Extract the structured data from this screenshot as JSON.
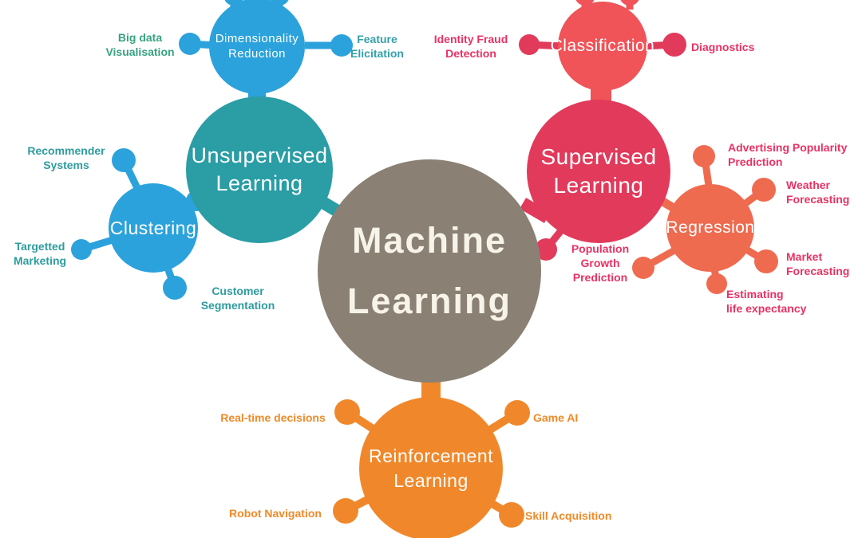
{
  "title": "Machine Learning types diagram",
  "colors": {
    "center_gray": "#8A8174",
    "center_text_cream": "#F7F3E8",
    "teal_unsupervised": "#2A9DA5",
    "blue_subnodes": "#2BA2DC",
    "crimson_supervised": "#E13A5B",
    "salmon_classification": "#F05358",
    "coral_regression": "#EF6B50",
    "orange_reinforcement": "#F0882B",
    "label_green": "#36A381",
    "label_teal": "#2E9C9E",
    "label_pink": "#E93263",
    "label_orange": "#F08A28"
  },
  "nodes": {
    "machine_learning": {
      "line1": "Machine",
      "line2": "Learning"
    },
    "unsupervised": {
      "line1": "Unsupervised",
      "line2": "Learning"
    },
    "supervised": {
      "line1": "Supervised",
      "line2": "Learning"
    },
    "reinforcement": {
      "line1": "Reinforcement",
      "line2": "Learning"
    },
    "dimensionality_reduction": {
      "line1": "Dimensionality",
      "line2": "Reduction"
    },
    "clustering": {
      "label": "Clustering"
    },
    "classification": {
      "label": "Classification"
    },
    "regression": {
      "label": "Regression"
    }
  },
  "examples": {
    "big_data_visualisation": {
      "line1": "Big data",
      "line2": "Visualisation"
    },
    "feature_elicitation": {
      "line1": "Feature",
      "line2": "Elicitation"
    },
    "recommender_systems": {
      "line1": "Recommender",
      "line2": "Systems"
    },
    "targetted_marketing": {
      "line1": "Targetted",
      "line2": "Marketing"
    },
    "customer_segmentation": {
      "line1": "Customer",
      "line2": "Segmentation"
    },
    "identity_fraud_detection": {
      "line1": "Identity Fraud",
      "line2": "Detection"
    },
    "diagnostics": {
      "label": "Diagnostics"
    },
    "advertising_popularity_prediction": {
      "line1": "Advertising Popularity",
      "line2": "Prediction"
    },
    "weather_forecasting": {
      "line1": "Weather",
      "line2": "Forecasting"
    },
    "market_forecasting": {
      "line1": "Market",
      "line2": "Forecasting"
    },
    "estimating_life_expectancy": {
      "line1": "Estimating",
      "line2": "life expectancy"
    },
    "population_growth_prediction": {
      "line1": "Population",
      "line2": "Growth",
      "line3": "Prediction"
    },
    "real_time_decisions": {
      "label": "Real-time decisions"
    },
    "game_ai": {
      "label": "Game AI"
    },
    "robot_navigation": {
      "label": "Robot Navigation"
    },
    "skill_acquisition": {
      "label": "Skill Acquisition"
    }
  }
}
